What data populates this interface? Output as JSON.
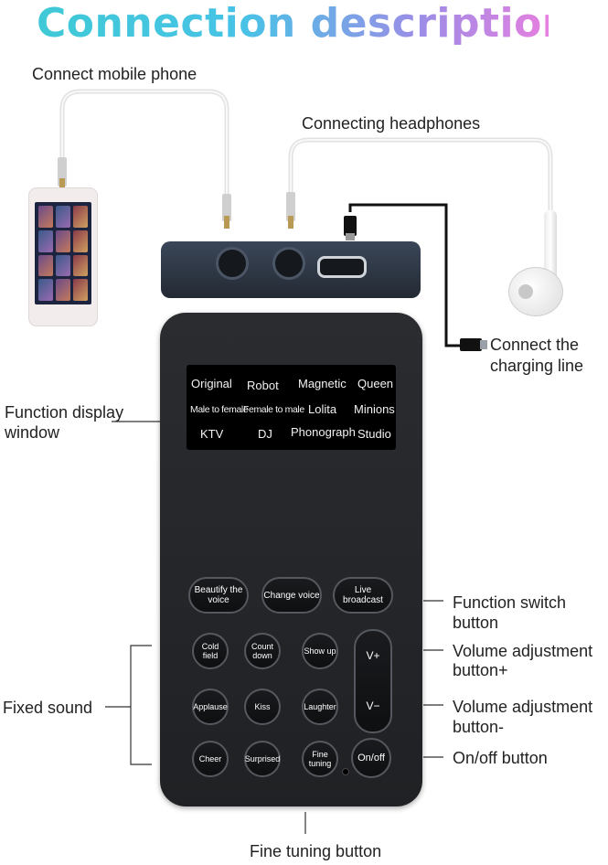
{
  "title": "Connection description",
  "labels": {
    "mobile": "Connect mobile phone",
    "headphones": "Connecting headphones",
    "charging_1": "Connect the",
    "charging_2": "charging line",
    "display_1": "Function display",
    "display_2": "window",
    "function_switch_1": "Function switch",
    "function_switch_2": "button",
    "vol_up_1": "Volume adjustment",
    "vol_up_2": "button+",
    "vol_down_1": "Volume adjustment",
    "vol_down_2": "button-",
    "onoff": "On/off button",
    "fixed_sound": "Fixed sound",
    "fine_tuning": "Fine tuning button"
  },
  "display": {
    "row1": [
      "Original",
      "Robot",
      "Magnetic",
      "Queen"
    ],
    "row2": [
      "Male to female",
      "Female to male",
      "Lolita",
      "Minions"
    ],
    "row3": [
      "KTV",
      "DJ",
      "Phonograph",
      "Studio"
    ]
  },
  "buttons": {
    "beautify": "Beautify the voice",
    "change": "Change voice",
    "live": "Live broadcast",
    "cold": "Cold field",
    "count": "Count down",
    "show": "Show up",
    "applause": "Applause",
    "kiss": "Kiss",
    "laughter": "Laughter",
    "cheer": "Cheer",
    "surprised": "Surprised",
    "fine": "Fine tuning",
    "onoff": "On/off",
    "vplus": "V+",
    "vminus": "V−"
  },
  "colors": {
    "title_gradient_start": "#3fc9d6",
    "title_gradient_end": "#e67fe0",
    "device_body": "#232528",
    "cable": "#e6e6e6"
  }
}
